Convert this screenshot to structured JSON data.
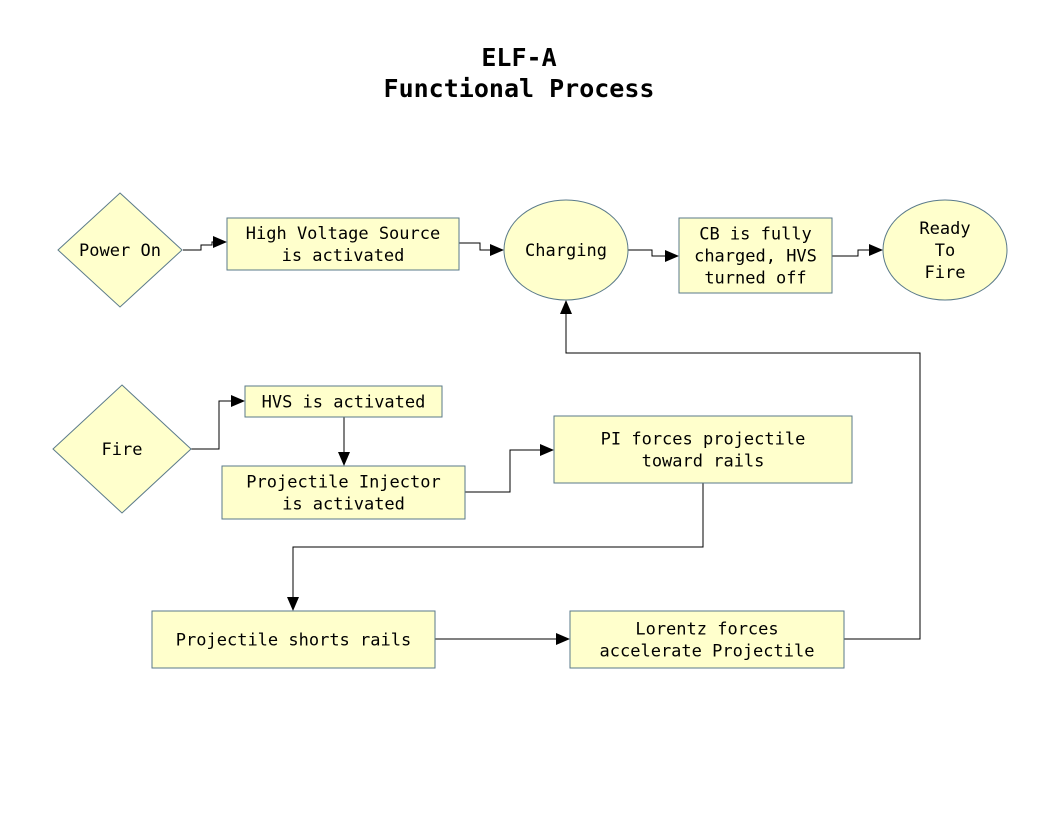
{
  "title": {
    "line1": "ELF-A",
    "line2": "Functional Process"
  },
  "nodes": {
    "power_on": {
      "shape": "diamond",
      "lines": [
        "Power On"
      ]
    },
    "hv_source": {
      "shape": "process",
      "lines": [
        "High Voltage Source",
        "is activated"
      ]
    },
    "charging": {
      "shape": "ellipse",
      "lines": [
        "Charging"
      ]
    },
    "cb_charged": {
      "shape": "process",
      "lines": [
        "CB is fully",
        "charged, HVS",
        "turned off"
      ]
    },
    "ready": {
      "shape": "ellipse",
      "lines": [
        "Ready",
        "To",
        "Fire"
      ]
    },
    "fire": {
      "shape": "diamond",
      "lines": [
        "Fire"
      ]
    },
    "hvs_activated": {
      "shape": "process",
      "lines": [
        "HVS is activated"
      ]
    },
    "injector": {
      "shape": "process",
      "lines": [
        "Projectile Injector",
        "is activated"
      ]
    },
    "pi_forces": {
      "shape": "process",
      "lines": [
        "PI forces projectile",
        "toward rails"
      ]
    },
    "shorts": {
      "shape": "process",
      "lines": [
        "Projectile shorts rails"
      ]
    },
    "lorentz": {
      "shape": "process",
      "lines": [
        "Lorentz forces",
        "accelerate Projectile"
      ]
    }
  },
  "edges": [
    {
      "from": "power_on",
      "to": "hv_source"
    },
    {
      "from": "hv_source",
      "to": "charging"
    },
    {
      "from": "charging",
      "to": "cb_charged"
    },
    {
      "from": "cb_charged",
      "to": "ready"
    },
    {
      "from": "fire",
      "to": "hvs_activated"
    },
    {
      "from": "hvs_activated",
      "to": "injector"
    },
    {
      "from": "injector",
      "to": "pi_forces"
    },
    {
      "from": "pi_forces",
      "to": "shorts"
    },
    {
      "from": "shorts",
      "to": "lorentz"
    },
    {
      "from": "lorentz",
      "to": "charging"
    }
  ],
  "colors": {
    "node_fill": "#ffffcc",
    "node_stroke": "#5a7a8a",
    "connector": "#000000"
  }
}
